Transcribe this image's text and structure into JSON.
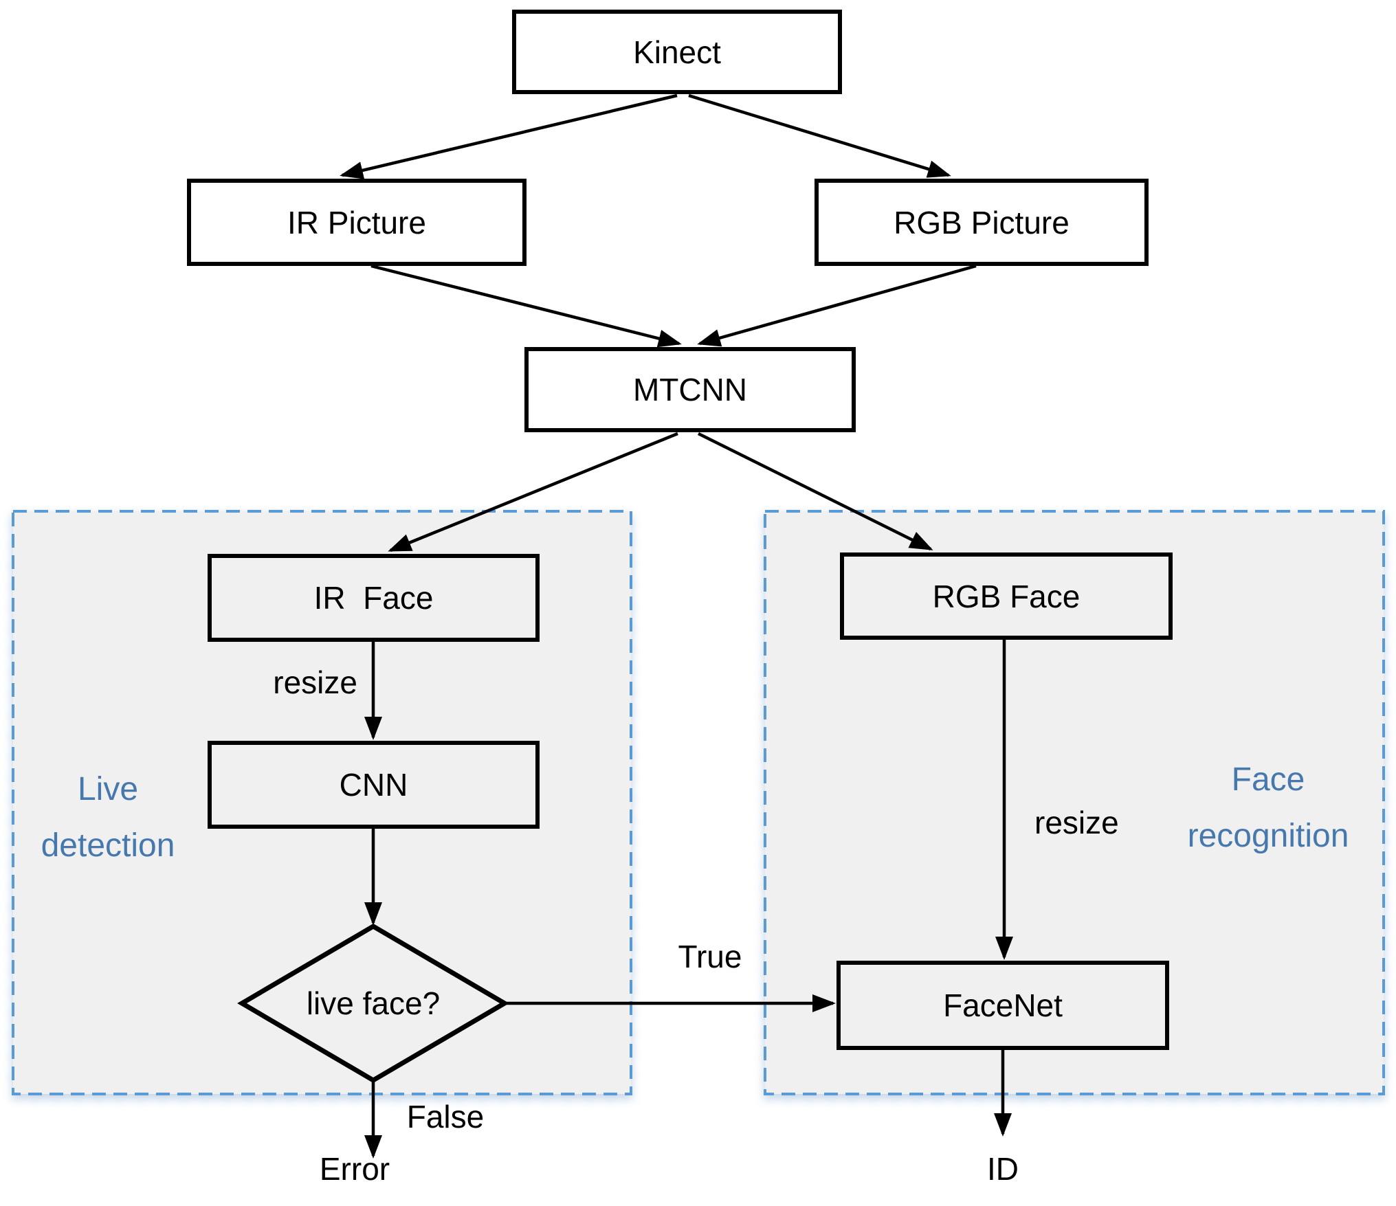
{
  "diagram": {
    "title_implied": "Kinect face liveness detection and recognition pipeline",
    "nodes": {
      "kinect": {
        "label": "Kinect",
        "shape": "rect"
      },
      "ir_picture": {
        "label": "IR Picture",
        "shape": "rect"
      },
      "rgb_picture": {
        "label": "RGB Picture",
        "shape": "rect"
      },
      "mtcnn": {
        "label": "MTCNN",
        "shape": "rect"
      },
      "ir_face": {
        "label": "IR  Face",
        "shape": "rect"
      },
      "cnn": {
        "label": "CNN",
        "shape": "rect"
      },
      "live_face": {
        "label": "live face?",
        "shape": "diamond"
      },
      "rgb_face": {
        "label": "RGB Face",
        "shape": "rect"
      },
      "facenet": {
        "label": "FaceNet",
        "shape": "rect"
      }
    },
    "regions": {
      "live_detection": {
        "line1": "Live",
        "line2": "detection"
      },
      "face_recognition": {
        "line1": "Face",
        "line2": "recognition"
      }
    },
    "edge_labels": {
      "resize_left": "resize",
      "resize_right": "resize",
      "true_branch": "True",
      "false_branch": "False",
      "error_out": "Error",
      "id_out": "ID"
    },
    "edges": [
      "Kinect -> IR Picture",
      "Kinect -> RGB Picture",
      "IR Picture -> MTCNN",
      "RGB Picture -> MTCNN",
      "MTCNN -> IR Face",
      "MTCNN -> RGB Face",
      "IR Face -resize-> CNN",
      "CNN -> live face?",
      "live face? -True-> FaceNet",
      "live face? -False-> Error",
      "RGB Face -resize-> FaceNet",
      "FaceNet -> ID"
    ],
    "colors": {
      "region_border": "#5b9bd5",
      "region_fill": "#f0f0f0",
      "region_label": "#4678ae",
      "node_border": "#000000",
      "node_fill_outer": "#ffffff",
      "arrow": "#000000",
      "background": "#ffffff"
    }
  }
}
